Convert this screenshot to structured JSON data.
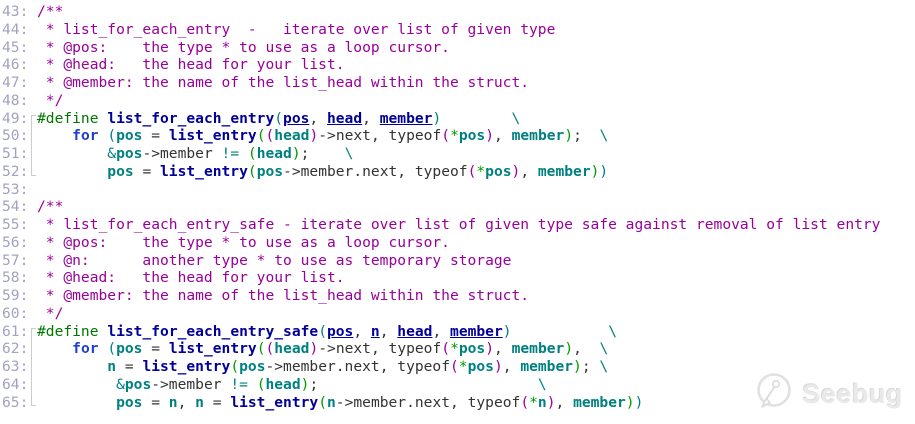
{
  "palette": {
    "background": "#ffffff",
    "line_number": "#a2a2c2",
    "fold_bracket": "#cccccc",
    "comment": "#990099",
    "preprocessor": "#007700",
    "macro_name": "#000099",
    "keyword": "#1f3fcf",
    "variable": "#008080",
    "paren_depth0": "#008080",
    "paren_depth1": "#009900",
    "paren_depth2": "#990099",
    "operator": "#008080",
    "asterisk": "#009900",
    "plain_text": "#333333",
    "watermark": "#e9e9e9"
  },
  "watermark": {
    "text": "Seebug",
    "icon": "seebug-gauge-logo"
  },
  "editor": {
    "lines": [
      {
        "num": 43,
        "fold": null,
        "tokens": [
          {
            "c": "cm",
            "t": "/**"
          }
        ]
      },
      {
        "num": 44,
        "fold": null,
        "tokens": [
          {
            "c": "cm",
            "t": " * list_for_each_entry  -   iterate over list of given type"
          }
        ]
      },
      {
        "num": 45,
        "fold": null,
        "tokens": [
          {
            "c": "cm",
            "t": " * @pos:    the type * to use as a loop cursor."
          }
        ]
      },
      {
        "num": 46,
        "fold": null,
        "tokens": [
          {
            "c": "cm",
            "t": " * @head:   the head for your list."
          }
        ]
      },
      {
        "num": 47,
        "fold": null,
        "tokens": [
          {
            "c": "cm",
            "t": " * @member: the name of the list_head within the struct."
          }
        ]
      },
      {
        "num": 48,
        "fold": null,
        "tokens": [
          {
            "c": "cm",
            "t": " */"
          }
        ]
      },
      {
        "num": 49,
        "fold": "start",
        "tokens": [
          {
            "c": "pp",
            "t": "#define"
          },
          {
            "c": "tx",
            "t": " "
          },
          {
            "c": "fn",
            "t": "list_for_each_entry"
          },
          {
            "c": "p0",
            "t": "("
          },
          {
            "c": "par",
            "t": "pos"
          },
          {
            "c": "tx",
            "t": ", "
          },
          {
            "c": "par",
            "t": "head"
          },
          {
            "c": "tx",
            "t": ", "
          },
          {
            "c": "par",
            "t": "member"
          },
          {
            "c": "p0",
            "t": ")"
          },
          {
            "c": "tx",
            "t": "        "
          },
          {
            "c": "op",
            "t": "\\"
          }
        ]
      },
      {
        "num": 50,
        "fold": "mid",
        "tokens": [
          {
            "c": "tx",
            "t": "    "
          },
          {
            "c": "kw",
            "t": "for"
          },
          {
            "c": "tx",
            "t": " "
          },
          {
            "c": "p0",
            "t": "("
          },
          {
            "c": "var",
            "t": "pos"
          },
          {
            "c": "tx",
            "t": " = "
          },
          {
            "c": "fn",
            "t": "list_entry"
          },
          {
            "c": "p1",
            "t": "("
          },
          {
            "c": "p2",
            "t": "("
          },
          {
            "c": "var",
            "t": "head"
          },
          {
            "c": "p2",
            "t": ")"
          },
          {
            "c": "tx",
            "t": "->next, typeof"
          },
          {
            "c": "p2",
            "t": "("
          },
          {
            "c": "st",
            "t": "*"
          },
          {
            "c": "var",
            "t": "pos"
          },
          {
            "c": "p2",
            "t": ")"
          },
          {
            "c": "tx",
            "t": ", "
          },
          {
            "c": "var",
            "t": "member"
          },
          {
            "c": "p1",
            "t": ")"
          },
          {
            "c": "tx",
            "t": ";  "
          },
          {
            "c": "op",
            "t": "\\"
          }
        ]
      },
      {
        "num": 51,
        "fold": "mid",
        "tokens": [
          {
            "c": "tx",
            "t": "        "
          },
          {
            "c": "op",
            "t": "&"
          },
          {
            "c": "var",
            "t": "pos"
          },
          {
            "c": "tx",
            "t": "->member "
          },
          {
            "c": "op",
            "t": "!="
          },
          {
            "c": "tx",
            "t": " "
          },
          {
            "c": "p1",
            "t": "("
          },
          {
            "c": "var",
            "t": "head"
          },
          {
            "c": "p1",
            "t": ")"
          },
          {
            "c": "tx",
            "t": ";    "
          },
          {
            "c": "op",
            "t": "\\"
          }
        ]
      },
      {
        "num": 52,
        "fold": "end",
        "tokens": [
          {
            "c": "tx",
            "t": "        "
          },
          {
            "c": "var",
            "t": "pos"
          },
          {
            "c": "tx",
            "t": " = "
          },
          {
            "c": "fn",
            "t": "list_entry"
          },
          {
            "c": "p1",
            "t": "("
          },
          {
            "c": "var",
            "t": "pos"
          },
          {
            "c": "tx",
            "t": "->member.next, typeof"
          },
          {
            "c": "p2",
            "t": "("
          },
          {
            "c": "st",
            "t": "*"
          },
          {
            "c": "var",
            "t": "pos"
          },
          {
            "c": "p2",
            "t": ")"
          },
          {
            "c": "tx",
            "t": ", "
          },
          {
            "c": "var",
            "t": "member"
          },
          {
            "c": "p1",
            "t": ")"
          },
          {
            "c": "p0",
            "t": ")"
          }
        ]
      },
      {
        "num": 53,
        "fold": null,
        "tokens": []
      },
      {
        "num": 54,
        "fold": null,
        "tokens": [
          {
            "c": "cm",
            "t": "/**"
          }
        ]
      },
      {
        "num": 55,
        "fold": null,
        "tokens": [
          {
            "c": "cm",
            "t": " * list_for_each_entry_safe - iterate over list of given type safe against removal of list entry"
          }
        ]
      },
      {
        "num": 56,
        "fold": null,
        "tokens": [
          {
            "c": "cm",
            "t": " * @pos:    the type * to use as a loop cursor."
          }
        ]
      },
      {
        "num": 57,
        "fold": null,
        "tokens": [
          {
            "c": "cm",
            "t": " * @n:      another type * to use as temporary storage"
          }
        ]
      },
      {
        "num": 58,
        "fold": null,
        "tokens": [
          {
            "c": "cm",
            "t": " * @head:   the head for your list."
          }
        ]
      },
      {
        "num": 59,
        "fold": null,
        "tokens": [
          {
            "c": "cm",
            "t": " * @member: the name of the list_head within the struct."
          }
        ]
      },
      {
        "num": 60,
        "fold": null,
        "tokens": [
          {
            "c": "cm",
            "t": " */"
          }
        ]
      },
      {
        "num": 61,
        "fold": "start",
        "tokens": [
          {
            "c": "pp",
            "t": "#define"
          },
          {
            "c": "tx",
            "t": " "
          },
          {
            "c": "fn",
            "t": "list_for_each_entry_safe"
          },
          {
            "c": "p0",
            "t": "("
          },
          {
            "c": "par",
            "t": "pos"
          },
          {
            "c": "tx",
            "t": ", "
          },
          {
            "c": "par",
            "t": "n"
          },
          {
            "c": "tx",
            "t": ", "
          },
          {
            "c": "par",
            "t": "head"
          },
          {
            "c": "tx",
            "t": ", "
          },
          {
            "c": "par",
            "t": "member"
          },
          {
            "c": "p0",
            "t": ")"
          },
          {
            "c": "tx",
            "t": "           "
          },
          {
            "c": "op",
            "t": "\\"
          }
        ]
      },
      {
        "num": 62,
        "fold": "mid",
        "tokens": [
          {
            "c": "tx",
            "t": "    "
          },
          {
            "c": "kw",
            "t": "for"
          },
          {
            "c": "tx",
            "t": " "
          },
          {
            "c": "p0",
            "t": "("
          },
          {
            "c": "var",
            "t": "pos"
          },
          {
            "c": "tx",
            "t": " = "
          },
          {
            "c": "fn",
            "t": "list_entry"
          },
          {
            "c": "p1",
            "t": "("
          },
          {
            "c": "p2",
            "t": "("
          },
          {
            "c": "var",
            "t": "head"
          },
          {
            "c": "p2",
            "t": ")"
          },
          {
            "c": "tx",
            "t": "->next, typeof"
          },
          {
            "c": "p2",
            "t": "("
          },
          {
            "c": "st",
            "t": "*"
          },
          {
            "c": "var",
            "t": "pos"
          },
          {
            "c": "p2",
            "t": ")"
          },
          {
            "c": "tx",
            "t": ", "
          },
          {
            "c": "var",
            "t": "member"
          },
          {
            "c": "p1",
            "t": ")"
          },
          {
            "c": "tx",
            "t": ",  "
          },
          {
            "c": "op",
            "t": "\\"
          }
        ]
      },
      {
        "num": 63,
        "fold": "mid",
        "tokens": [
          {
            "c": "tx",
            "t": "        "
          },
          {
            "c": "var",
            "t": "n"
          },
          {
            "c": "tx",
            "t": " = "
          },
          {
            "c": "fn",
            "t": "list_entry"
          },
          {
            "c": "p1",
            "t": "("
          },
          {
            "c": "var",
            "t": "pos"
          },
          {
            "c": "tx",
            "t": "->member.next, typeof"
          },
          {
            "c": "p2",
            "t": "("
          },
          {
            "c": "st",
            "t": "*"
          },
          {
            "c": "var",
            "t": "pos"
          },
          {
            "c": "p2",
            "t": ")"
          },
          {
            "c": "tx",
            "t": ", "
          },
          {
            "c": "var",
            "t": "member"
          },
          {
            "c": "p1",
            "t": ")"
          },
          {
            "c": "tx",
            "t": "; "
          },
          {
            "c": "op",
            "t": "\\"
          }
        ]
      },
      {
        "num": 64,
        "fold": "mid",
        "tokens": [
          {
            "c": "tx",
            "t": "         "
          },
          {
            "c": "op",
            "t": "&"
          },
          {
            "c": "var",
            "t": "pos"
          },
          {
            "c": "tx",
            "t": "->member "
          },
          {
            "c": "op",
            "t": "!="
          },
          {
            "c": "tx",
            "t": " "
          },
          {
            "c": "p1",
            "t": "("
          },
          {
            "c": "var",
            "t": "head"
          },
          {
            "c": "p1",
            "t": ")"
          },
          {
            "c": "tx",
            "t": ";                         "
          },
          {
            "c": "op",
            "t": "\\"
          }
        ]
      },
      {
        "num": 65,
        "fold": "end",
        "tokens": [
          {
            "c": "tx",
            "t": "         "
          },
          {
            "c": "var",
            "t": "pos"
          },
          {
            "c": "tx",
            "t": " = "
          },
          {
            "c": "var",
            "t": "n"
          },
          {
            "c": "tx",
            "t": ", "
          },
          {
            "c": "var",
            "t": "n"
          },
          {
            "c": "tx",
            "t": " = "
          },
          {
            "c": "fn",
            "t": "list_entry"
          },
          {
            "c": "p1",
            "t": "("
          },
          {
            "c": "var",
            "t": "n"
          },
          {
            "c": "tx",
            "t": "->member.next, typeof"
          },
          {
            "c": "p2",
            "t": "("
          },
          {
            "c": "st",
            "t": "*"
          },
          {
            "c": "var",
            "t": "n"
          },
          {
            "c": "p2",
            "t": ")"
          },
          {
            "c": "tx",
            "t": ", "
          },
          {
            "c": "var",
            "t": "member"
          },
          {
            "c": "p1",
            "t": ")"
          },
          {
            "c": "p0",
            "t": ")"
          }
        ]
      }
    ]
  }
}
